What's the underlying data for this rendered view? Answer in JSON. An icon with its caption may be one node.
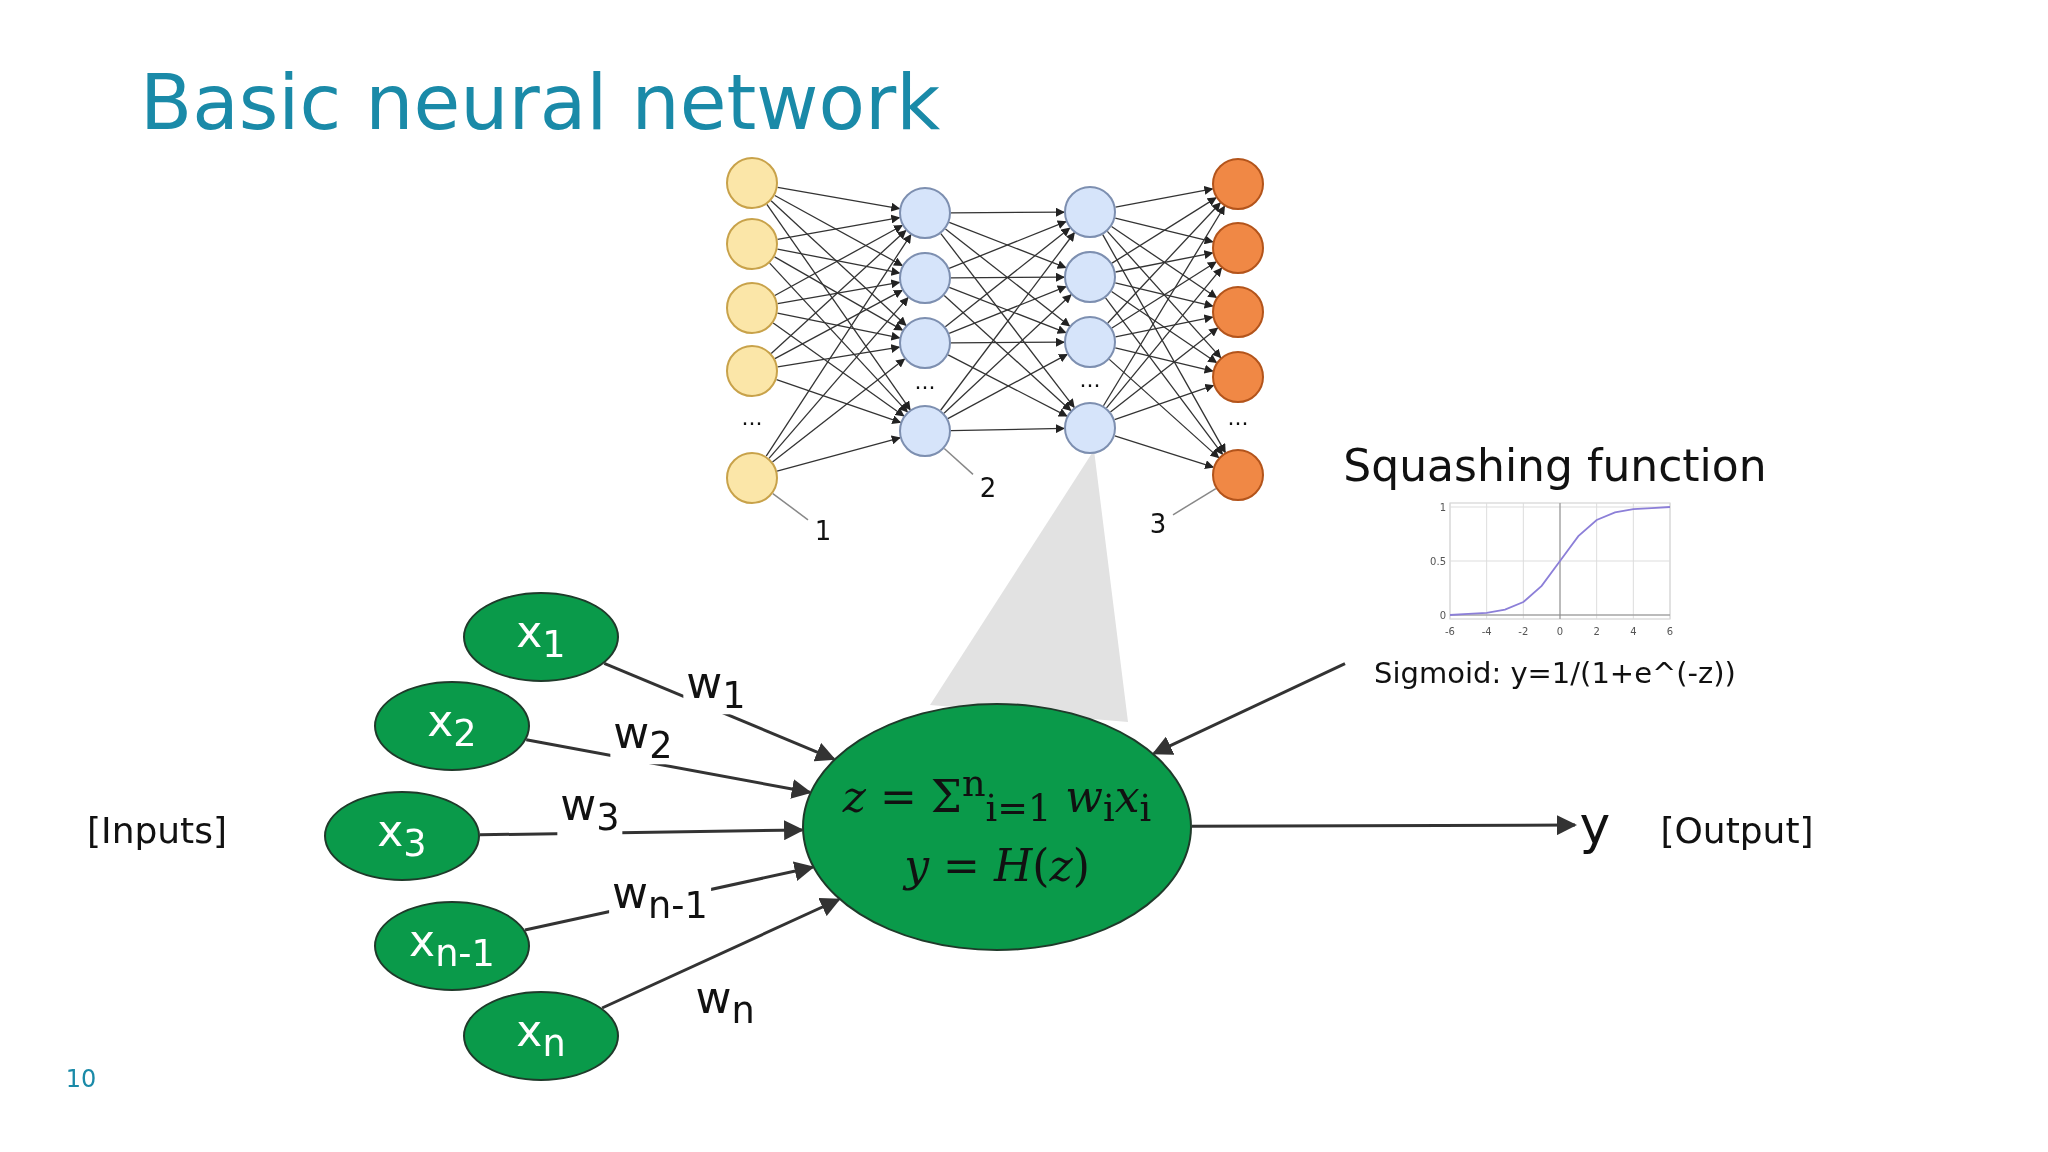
{
  "diagram": {
    "title": "Basic neural network",
    "nodes": [
      {
        "text": [],
        "shape": "circle"
      },
      {
        "text": [],
        "shape": "circle"
      },
      {
        "text": [],
        "shape": "circle"
      },
      {
        "text": [],
        "shape": "circle"
      },
      {
        "text": [],
        "shape": "circle"
      },
      {
        "text": [],
        "shape": "circle"
      },
      {
        "text": [],
        "shape": "circle"
      },
      {
        "text": [],
        "shape": "circle"
      },
      {
        "text": [],
        "shape": "circle"
      },
      {
        "text": [],
        "shape": "circle"
      },
      {
        "text": [],
        "shape": "circle"
      },
      {
        "text": [],
        "shape": "circle"
      },
      {
        "text": [],
        "shape": "circle"
      },
      {
        "text": [],
        "shape": "circle"
      },
      {
        "text": [],
        "shape": "circle"
      },
      {
        "text": [],
        "shape": "circle"
      },
      {
        "text": [],
        "shape": "circle"
      },
      {
        "text": [],
        "shape": "circle"
      },
      {
        "text": [
          "1"
        ]
      },
      {
        "text": [
          "2"
        ]
      },
      {
        "text": [
          "3"
        ]
      },
      {
        "text": [
          "x$_{1}$"
        ]
      },
      {
        "text": [
          "x$_{2}$"
        ]
      },
      {
        "text": [
          "x$_{3}$"
        ]
      },
      {
        "text": [
          "x$_{n-1}$"
        ]
      },
      {
        "text": [
          "x$_{n}$"
        ]
      },
      {
        "text": [
          "*z* = Σ$^{n}$$_{i=1}$ *w*$_{i}$*x*$_{i}$",
          "*y* = *H*(*z*)"
        ]
      },
      {
        "text": [
          "y"
        ]
      },
      {
        "text": [
          "Squashing function",
          "Sigmoid: y=1/(1+e^(-z))"
        ]
      }
    ],
    "edges": [
      {
        "from": 0,
        "to": 5,
        "arrow": "to"
      },
      {
        "from": 0,
        "to": 6,
        "arrow": "to"
      },
      {
        "from": 0,
        "to": 7,
        "arrow": "to"
      },
      {
        "from": 0,
        "to": 8,
        "arrow": "to"
      },
      {
        "from": 1,
        "to": 5,
        "arrow": "to"
      },
      {
        "from": 1,
        "to": 6,
        "arrow": "to"
      },
      {
        "from": 1,
        "to": 7,
        "arrow": "to"
      },
      {
        "from": 1,
        "to": 8,
        "arrow": "to"
      },
      {
        "from": 2,
        "to": 5,
        "arrow": "to"
      },
      {
        "from": 2,
        "to": 6,
        "arrow": "to"
      },
      {
        "from": 2,
        "to": 7,
        "arrow": "to"
      },
      {
        "from": 2,
        "to": 8,
        "arrow": "to"
      },
      {
        "from": 3,
        "to": 5,
        "arrow": "to"
      },
      {
        "from": 3,
        "to": 6,
        "arrow": "to"
      },
      {
        "from": 3,
        "to": 7,
        "arrow": "to"
      },
      {
        "from": 3,
        "to": 8,
        "arrow": "to"
      },
      {
        "from": 4,
        "to": 5,
        "arrow": "to"
      },
      {
        "from": 4,
        "to": 6,
        "arrow": "to"
      },
      {
        "from": 4,
        "to": 7,
        "arrow": "to"
      },
      {
        "from": 4,
        "to": 8,
        "arrow": "to"
      },
      {
        "from": 5,
        "to": 9,
        "arrow": "to"
      },
      {
        "from": 5,
        "to": 10,
        "arrow": "to"
      },
      {
        "from": 5,
        "to": 11,
        "arrow": "to"
      },
      {
        "from": 5,
        "to": 12,
        "arrow": "to"
      },
      {
        "from": 6,
        "to": 9,
        "arrow": "to"
      },
      {
        "from": 6,
        "to": 10,
        "arrow": "to"
      },
      {
        "from": 6,
        "to": 11,
        "arrow": "to"
      },
      {
        "from": 6,
        "to": 12,
        "arrow": "to"
      },
      {
        "from": 7,
        "to": 9,
        "arrow": "to"
      },
      {
        "from": 7,
        "to": 10,
        "arrow": "to"
      },
      {
        "from": 7,
        "to": 11,
        "arrow": "to"
      },
      {
        "from": 7,
        "to": 12,
        "arrow": "to"
      },
      {
        "from": 8,
        "to": 9,
        "arrow": "to"
      },
      {
        "from": 8,
        "to": 10,
        "arrow": "to"
      },
      {
        "from": 8,
        "to": 11,
        "arrow": "to"
      },
      {
        "from": 8,
        "to": 12,
        "arrow": "to"
      },
      {
        "from": 9,
        "to": 13,
        "arrow": "to"
      },
      {
        "from": 9,
        "to": 14,
        "arrow": "to"
      },
      {
        "from": 9,
        "to": 15,
        "arrow": "to"
      },
      {
        "from": 9,
        "to": 16,
        "arrow": "to"
      },
      {
        "from": 9,
        "to": 17,
        "arrow": "to"
      },
      {
        "from": 10,
        "to": 13,
        "arrow": "to"
      },
      {
        "from": 10,
        "to": 14,
        "arrow": "to"
      },
      {
        "from": 10,
        "to": 15,
        "arrow": "to"
      },
      {
        "from": 10,
        "to": 16,
        "arrow": "to"
      },
      {
        "from": 10,
        "to": 17,
        "arrow": "to"
      },
      {
        "from": 11,
        "to": 13,
        "arrow": "to"
      },
      {
        "from": 11,
        "to": 14,
        "arrow": "to"
      },
      {
        "from": 11,
        "to": 15,
        "arrow": "to"
      },
      {
        "from": 11,
        "to": 16,
        "arrow": "to"
      },
      {
        "from": 11,
        "to": 17,
        "arrow": "to"
      },
      {
        "from": 12,
        "to": 13,
        "arrow": "to"
      },
      {
        "from": 12,
        "to": 14,
        "arrow": "to"
      },
      {
        "from": 12,
        "to": 15,
        "arrow": "to"
      },
      {
        "from": 12,
        "to": 16,
        "arrow": "to"
      },
      {
        "from": 12,
        "to": 17,
        "arrow": "to"
      },
      {
        "from": 18,
        "to": 4,
        "arrow": "none"
      },
      {
        "from": 19,
        "to": 8,
        "arrow": "none"
      },
      {
        "from": 20,
        "to": 17,
        "arrow": "none"
      },
      {
        "from": 21,
        "to": 26,
        "arrow": "to",
        "label": "w$_{1}$"
      },
      {
        "from": 22,
        "to": 26,
        "arrow": "to",
        "label": "w$_{2}$"
      },
      {
        "from": 23,
        "to": 26,
        "arrow": "to",
        "label": "w$_{3}$"
      },
      {
        "from": 24,
        "to": 26,
        "arrow": "to",
        "label": "w$_{n-1}$"
      },
      {
        "from": 25,
        "to": 26,
        "arrow": "to",
        "label": "w$_{n}$"
      },
      {
        "from": 26,
        "to": 27,
        "arrow": "to"
      },
      {
        "from": 28,
        "to": 26,
        "arrow": "to"
      }
    ],
    "labels": [
      "...",
      "...",
      "...",
      "...",
      "[Inputs]",
      "[Output]",
      "10"
    ],
    "chart_data": {
      "type": "line",
      "x": [
        -6,
        -5,
        -4,
        -3,
        -2,
        -1,
        0,
        1,
        2,
        3,
        4,
        5,
        6
      ],
      "series": [
        {
          "color": "#8c7fd8",
          "values": [
            0,
            0.01,
            0.02,
            0.05,
            0.12,
            0.27,
            0.5,
            0.73,
            0.88,
            0.95,
            0.98,
            0.99,
            1
          ]
        }
      ],
      "grid": true,
      "xlim": [
        -6,
        6
      ],
      "ylim": [
        0,
        1
      ],
      "xticks": [
        -6,
        -4,
        -2,
        0,
        2,
        4,
        6
      ],
      "yticks": [
        0,
        0.5,
        1
      ]
    }
  }
}
